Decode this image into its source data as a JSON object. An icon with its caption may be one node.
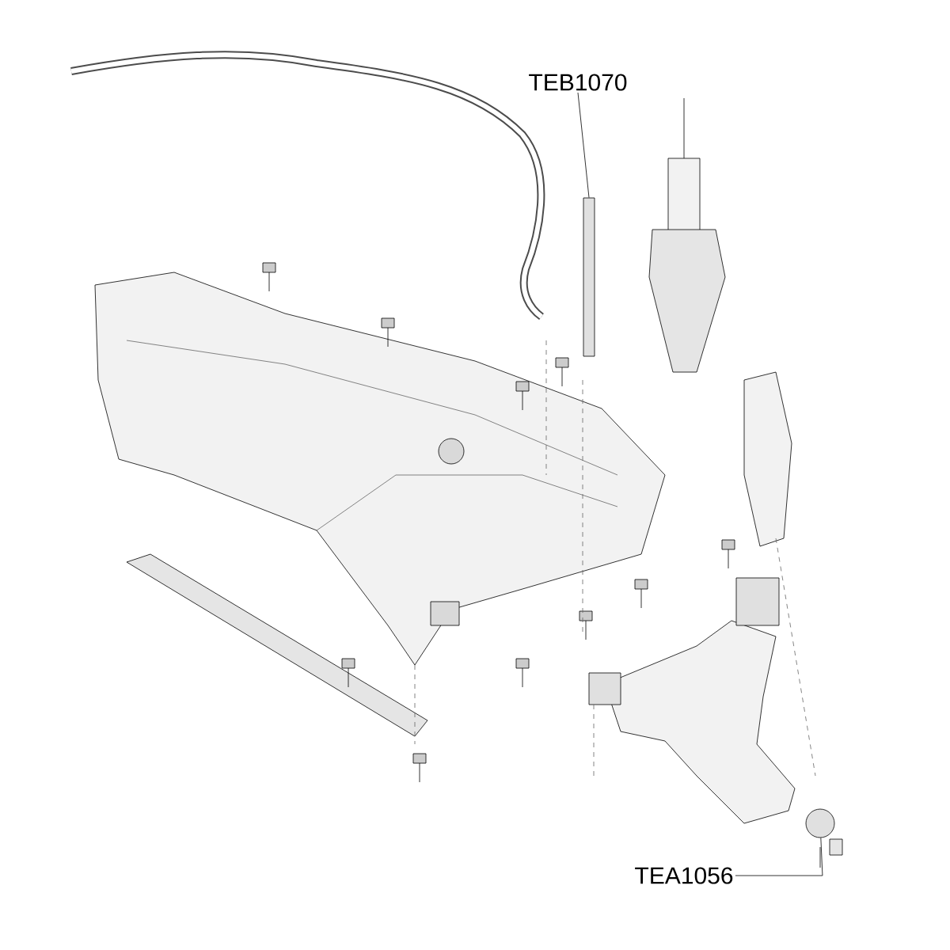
{
  "diagram": {
    "nodes": [
      {
        "text": [
          "TEB1070"
        ]
      },
      {
        "text": [],
        "shape": "bar"
      },
      {
        "text": [
          "TEA1056"
        ]
      },
      {
        "text": [],
        "shape": "circle"
      }
    ],
    "edges": [
      {
        "from": 0,
        "to": 1,
        "arrow": "none"
      },
      {
        "from": 2,
        "to": 3,
        "arrow": "none"
      }
    ]
  }
}
